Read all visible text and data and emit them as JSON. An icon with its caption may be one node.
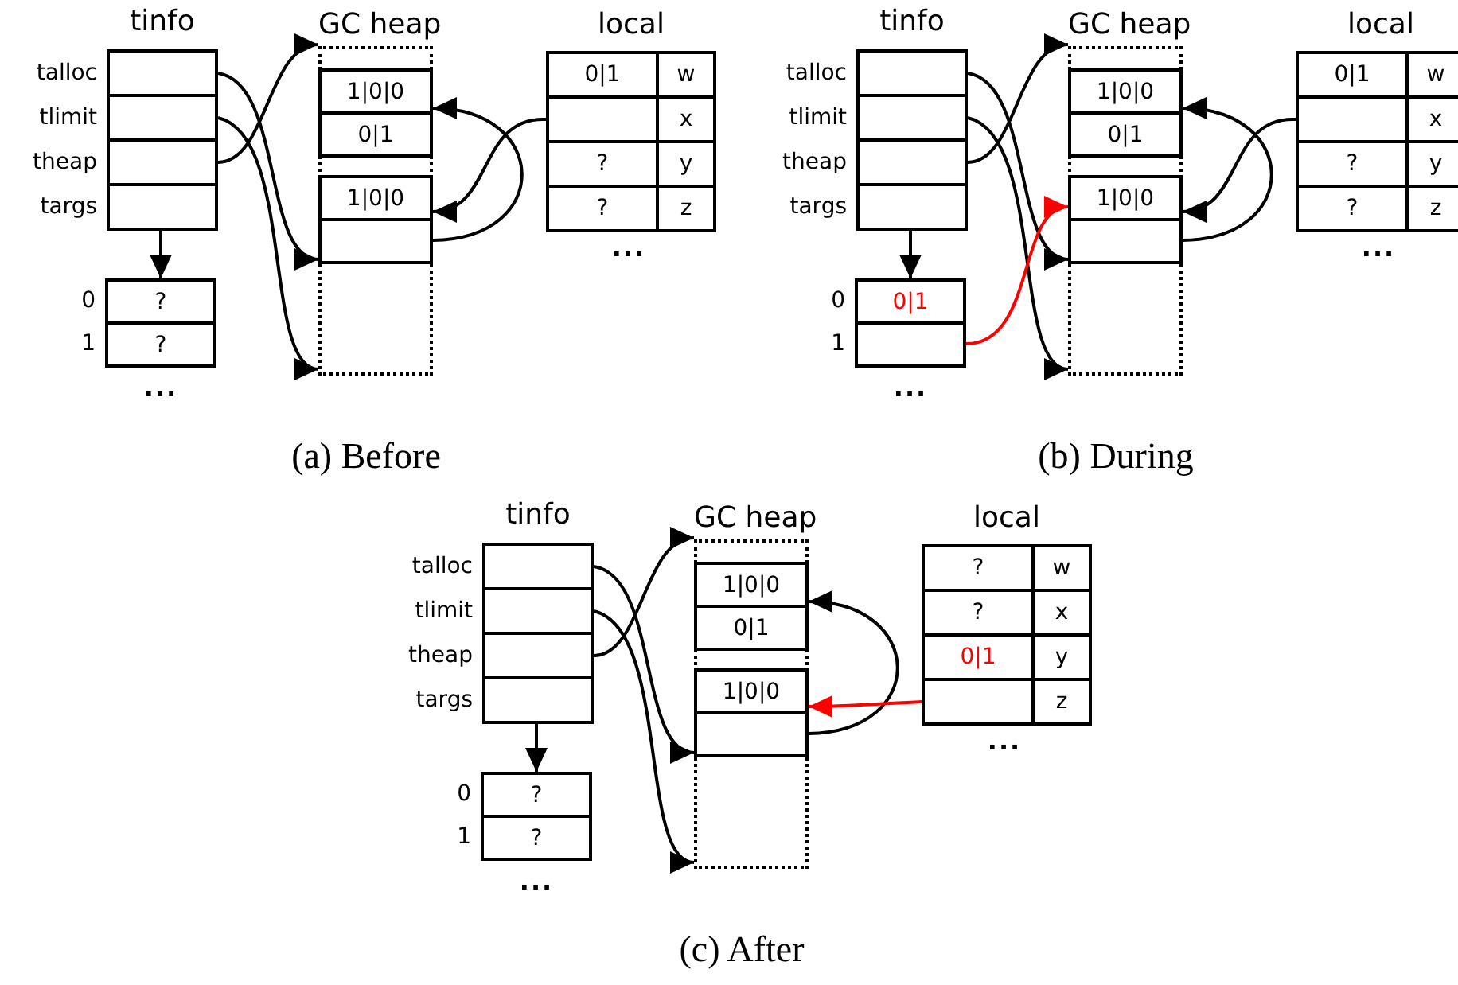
{
  "diagram": {
    "nodes": [
      {
        "text": [
          "tinfo"
        ]
      },
      {
        "text": [],
        "shape": "box",
        "beside": [
          "talloc"
        ],
        "in": 0
      },
      {
        "text": [],
        "shape": "box",
        "beside": [
          "tlimit"
        ],
        "in": 0
      },
      {
        "text": [],
        "shape": "box",
        "beside": [
          "theap"
        ],
        "in": 0
      },
      {
        "text": [],
        "shape": "box",
        "beside": [
          "targs"
        ],
        "in": 0
      },
      {
        "text": [
          "GC heap"
        ]
      },
      {
        "text": [
          "1|0|0"
        ],
        "in": 5
      },
      {
        "text": [
          "0|1"
        ],
        "in": 5
      },
      {
        "text": [
          "1|0|0"
        ],
        "in": 5
      },
      {
        "text": [],
        "shape": "box",
        "in": 5
      },
      {
        "text": [
          "local"
        ]
      },
      {
        "text": [
          "0|1"
        ],
        "in": 10
      },
      {
        "text": [
          "w"
        ],
        "in": 10
      },
      {
        "text": [],
        "shape": "box",
        "in": 10
      },
      {
        "text": [
          "x"
        ],
        "in": 10
      },
      {
        "text": [
          "?"
        ],
        "in": 10
      },
      {
        "text": [
          "y"
        ],
        "in": 10
      },
      {
        "text": [
          "?"
        ],
        "in": 10
      },
      {
        "text": [
          "z"
        ],
        "in": 10
      },
      {
        "text": [
          "?"
        ],
        "beside": [
          "0"
        ]
      },
      {
        "text": [
          "?"
        ],
        "beside": [
          "1"
        ]
      },
      {
        "text": [
          "tinfo"
        ]
      },
      {
        "text": [],
        "shape": "box",
        "beside": [
          "talloc"
        ],
        "in": 21
      },
      {
        "text": [],
        "shape": "box",
        "beside": [
          "tlimit"
        ],
        "in": 21
      },
      {
        "text": [],
        "shape": "box",
        "beside": [
          "theap"
        ],
        "in": 21
      },
      {
        "text": [],
        "shape": "box",
        "beside": [
          "targs"
        ],
        "in": 21
      },
      {
        "text": [
          "GC heap"
        ]
      },
      {
        "text": [
          "1|0|0"
        ],
        "in": 26
      },
      {
        "text": [
          "0|1"
        ],
        "in": 26
      },
      {
        "text": [
          "1|0|0"
        ],
        "in": 26
      },
      {
        "text": [],
        "shape": "box",
        "in": 26
      },
      {
        "text": [
          "local"
        ]
      },
      {
        "text": [
          "0|1"
        ],
        "in": 31
      },
      {
        "text": [
          "w"
        ],
        "in": 31
      },
      {
        "text": [],
        "shape": "box",
        "in": 31
      },
      {
        "text": [
          "x"
        ],
        "in": 31
      },
      {
        "text": [
          "?"
        ],
        "in": 31
      },
      {
        "text": [
          "y"
        ],
        "in": 31
      },
      {
        "text": [
          "?"
        ],
        "in": 31
      },
      {
        "text": [
          "z"
        ],
        "in": 31
      },
      {
        "text": [
          "0|1"
        ],
        "beside": [
          "0"
        ]
      },
      {
        "text": [],
        "shape": "box",
        "beside": [
          "1"
        ]
      },
      {
        "text": [
          "tinfo"
        ]
      },
      {
        "text": [],
        "shape": "box",
        "beside": [
          "talloc"
        ],
        "in": 42
      },
      {
        "text": [],
        "shape": "box",
        "beside": [
          "tlimit"
        ],
        "in": 42
      },
      {
        "text": [],
        "shape": "box",
        "beside": [
          "theap"
        ],
        "in": 42
      },
      {
        "text": [],
        "shape": "box",
        "beside": [
          "targs"
        ],
        "in": 42
      },
      {
        "text": [
          "GC heap"
        ]
      },
      {
        "text": [
          "1|0|0"
        ],
        "in": 47
      },
      {
        "text": [
          "0|1"
        ],
        "in": 47
      },
      {
        "text": [
          "1|0|0"
        ],
        "in": 47
      },
      {
        "text": [],
        "shape": "box",
        "in": 47
      },
      {
        "text": [
          "local"
        ]
      },
      {
        "text": [
          "?"
        ],
        "in": 52
      },
      {
        "text": [
          "w"
        ],
        "in": 52
      },
      {
        "text": [
          "?"
        ],
        "in": 52
      },
      {
        "text": [
          "x"
        ],
        "in": 52
      },
      {
        "text": [
          "0|1"
        ],
        "in": 52
      },
      {
        "text": [
          "y"
        ],
        "in": 52
      },
      {
        "text": [],
        "shape": "box",
        "in": 52
      },
      {
        "text": [
          "z"
        ],
        "in": 52
      },
      {
        "text": [
          "?"
        ],
        "beside": [
          "0"
        ]
      },
      {
        "text": [
          "?"
        ],
        "beside": [
          "1"
        ]
      }
    ],
    "edges": [
      {
        "from": 1,
        "to": 5,
        "arrow": "to"
      },
      {
        "from": 2,
        "to": 5,
        "arrow": "to"
      },
      {
        "from": 3,
        "to": 5,
        "arrow": "to"
      },
      {
        "from": 4,
        "to": 19,
        "arrow": "to"
      },
      {
        "from": 13,
        "to": 8,
        "arrow": "to"
      },
      {
        "from": 9,
        "to": 6,
        "arrow": "to"
      },
      {
        "from": 22,
        "to": 26,
        "arrow": "to"
      },
      {
        "from": 23,
        "to": 26,
        "arrow": "to"
      },
      {
        "from": 24,
        "to": 26,
        "arrow": "to"
      },
      {
        "from": 25,
        "to": 40,
        "arrow": "to"
      },
      {
        "from": 34,
        "to": 29,
        "arrow": "to"
      },
      {
        "from": 30,
        "to": 27,
        "arrow": "to"
      },
      {
        "from": 41,
        "to": 29,
        "arrow": "to",
        "color": "#ff0000"
      },
      {
        "from": 43,
        "to": 47,
        "arrow": "to"
      },
      {
        "from": 44,
        "to": 47,
        "arrow": "to"
      },
      {
        "from": 45,
        "to": 47,
        "arrow": "to"
      },
      {
        "from": 46,
        "to": 61,
        "arrow": "to"
      },
      {
        "from": 51,
        "to": 48,
        "arrow": "to"
      },
      {
        "from": 59,
        "to": 50,
        "arrow": "to",
        "color": "#ff0000"
      }
    ],
    "labels": [
      "...",
      "...",
      "(a) Before",
      "...",
      "...",
      "(b) During",
      "...",
      "...",
      "(c) After"
    ]
  }
}
